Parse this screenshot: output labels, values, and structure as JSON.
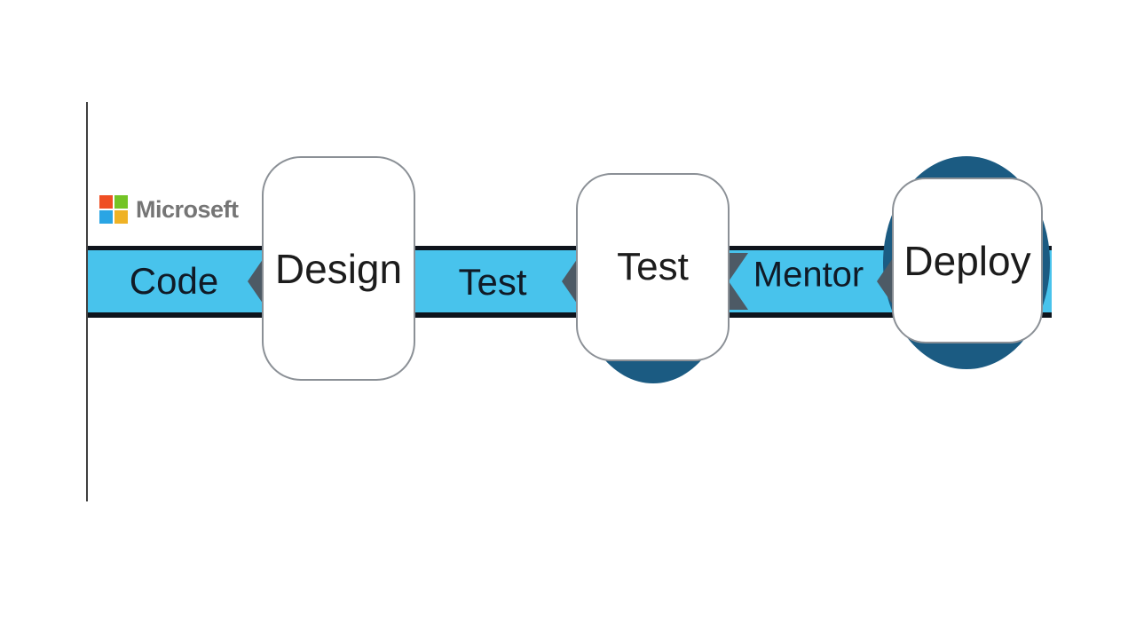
{
  "logo": {
    "text": "Microseft",
    "icon": "microsoft-four-squares-icon"
  },
  "diagram": {
    "ribbon_steps": [
      "Code",
      "Test",
      "Mentor"
    ],
    "box_steps": [
      "Design",
      "Test",
      "Deploy"
    ]
  },
  "colors": {
    "ribbon_fill": "#48c3ec",
    "ribbon_border": "#0e141c",
    "ribbon_text": "#101a26",
    "chevron": "#4d5a65",
    "circle": "#1b5b82",
    "box_border": "#8b9096",
    "box_text": "#1c1c1c",
    "line": "#3f3f3f",
    "logo_text": "#757575",
    "logo_red": "#ef4e23",
    "logo_green": "#74c426",
    "logo_blue": "#2aa5e4",
    "logo_yellow": "#efb225"
  }
}
